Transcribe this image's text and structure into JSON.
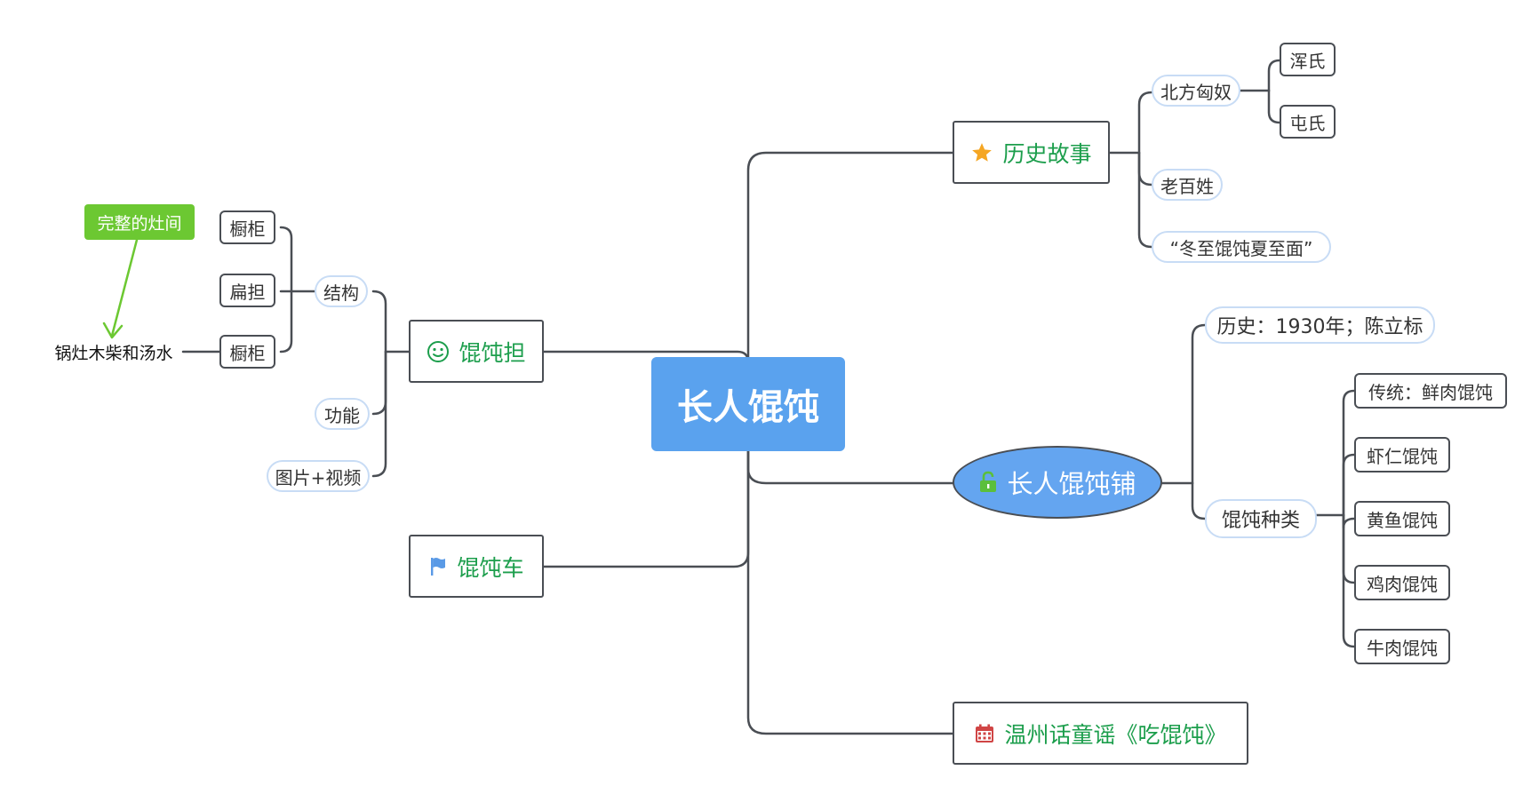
{
  "root": {
    "label": "长人馄饨"
  },
  "branches": {
    "history": {
      "label": "历史故事",
      "icon": "star-icon",
      "children": {
        "beifang": {
          "label": "北方匈奴",
          "children": {
            "hun": "浑氏",
            "tun": "屯氏"
          }
        },
        "laobaixing": "老百姓",
        "dongzhi": "“冬至馄饨夏至面”"
      }
    },
    "shop": {
      "label": "长人馄饨铺",
      "icon": "unlock-icon",
      "children": {
        "lishi": "历史：1930年；陈立标",
        "zhonglei": {
          "label": "馄饨种类",
          "children": {
            "chuantong": "传统：鲜肉馄饨",
            "xiaren": "虾仁馄饨",
            "huangyu": "黄鱼馄饨",
            "jirou": "鸡肉馄饨",
            "niurou": "牛肉馄饨"
          }
        }
      }
    },
    "song": {
      "label": "温州话童谣《吃馄饨》",
      "icon": "calendar-icon"
    },
    "dan": {
      "label": "馄饨担",
      "icon": "smiley-icon",
      "children": {
        "jiegou": {
          "label": "结构",
          "children": {
            "chugui_top": "橱柜",
            "biandan": "扁担",
            "chugui_bottom": "橱柜"
          }
        },
        "gongneng": "功能",
        "tupian": "图片+视频"
      }
    },
    "che": {
      "label": "馄饨车",
      "icon": "flag-icon"
    }
  },
  "floating": {
    "callout": "完整的灶间",
    "note": "锅灶木柴和汤水"
  },
  "colors": {
    "root": "#5aa2ee",
    "shop_node": "#64a5f0",
    "main_text": "#1c9e4c",
    "lines": "#4a4e54",
    "pill_border": "#c8dcf5",
    "callout": "#6cc832",
    "star": "#f5a623",
    "calendar": "#d04545",
    "flag": "#5a9ae6",
    "smiley": "#1c9e4c",
    "unlock": "#5bbf3c"
  }
}
